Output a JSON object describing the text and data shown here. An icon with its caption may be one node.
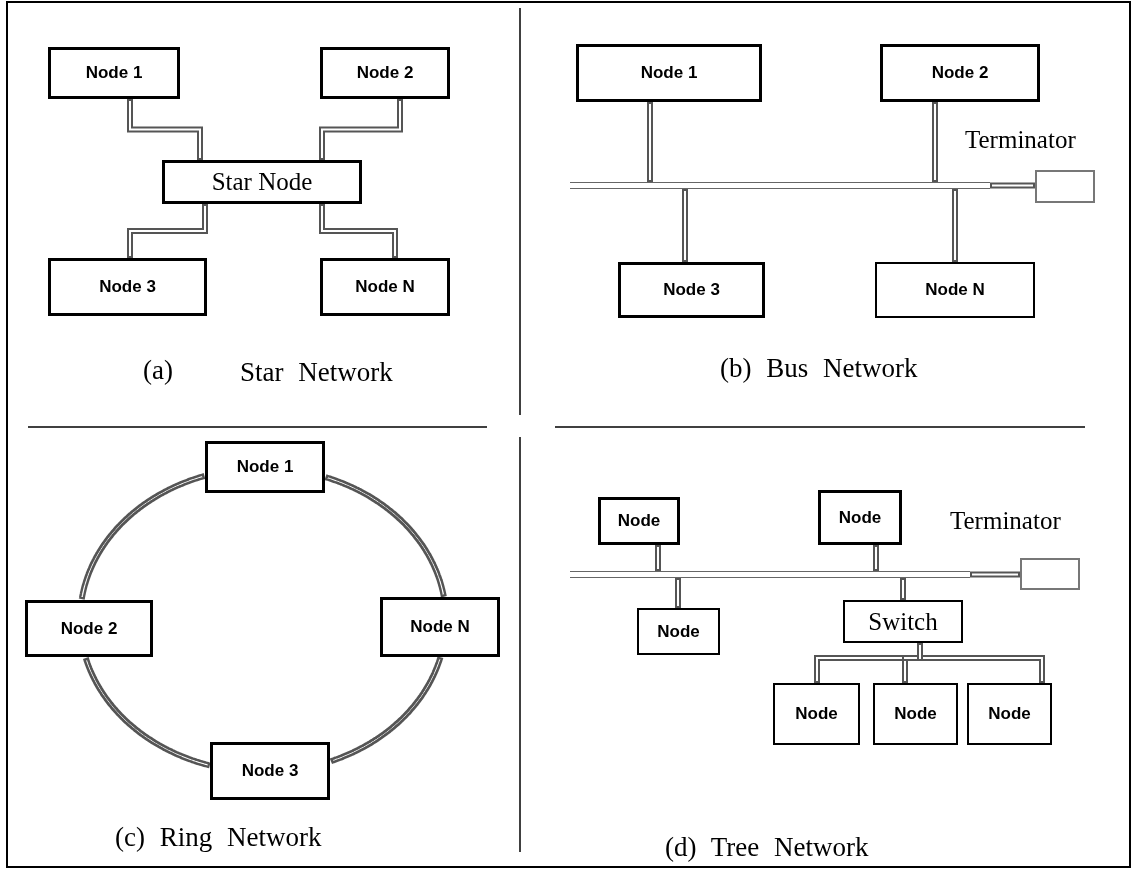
{
  "diagram": {
    "nodes": [
      {
        "text": [
          "Node 1"
        ]
      },
      {
        "text": [
          "Node 2"
        ]
      },
      {
        "text": [
          "Star Node"
        ]
      },
      {
        "text": [
          "Node 3"
        ]
      },
      {
        "text": [
          "Node N"
        ]
      },
      {
        "text": [
          "Node 1"
        ]
      },
      {
        "text": [
          "Node 2"
        ]
      },
      {
        "text": [],
        "shape": "box",
        "beside": [
          "Terminator"
        ]
      },
      {
        "text": [],
        "shape": "bar"
      },
      {
        "text": [
          "Node 3"
        ]
      },
      {
        "text": [
          "Node N"
        ]
      },
      {
        "text": [
          "Node 1"
        ]
      },
      {
        "text": [
          "Node 2"
        ]
      },
      {
        "text": [
          "Node N"
        ]
      },
      {
        "text": [
          "Node 3"
        ]
      },
      {
        "text": [
          "Node"
        ]
      },
      {
        "text": [
          "Node"
        ]
      },
      {
        "text": [],
        "shape": "box",
        "beside": [
          "Terminator"
        ]
      },
      {
        "text": [],
        "shape": "bar"
      },
      {
        "text": [
          "Node"
        ]
      },
      {
        "text": [
          "Switch"
        ]
      },
      {
        "text": [
          "Node"
        ]
      },
      {
        "text": [
          "Node"
        ]
      },
      {
        "text": [
          "Node"
        ]
      }
    ],
    "edges": [
      {
        "from": 0,
        "to": 2,
        "arrow": "none"
      },
      {
        "from": 1,
        "to": 2,
        "arrow": "none"
      },
      {
        "from": 2,
        "to": 3,
        "arrow": "none"
      },
      {
        "from": 2,
        "to": 4,
        "arrow": "none"
      },
      {
        "from": 5,
        "to": 8,
        "arrow": "none"
      },
      {
        "from": 6,
        "to": 8,
        "arrow": "none"
      },
      {
        "from": 8,
        "to": 9,
        "arrow": "none"
      },
      {
        "from": 8,
        "to": 10,
        "arrow": "none"
      },
      {
        "from": 8,
        "to": 7,
        "arrow": "none"
      },
      {
        "from": 11,
        "to": 13,
        "arrow": "none"
      },
      {
        "from": 13,
        "to": 14,
        "arrow": "none"
      },
      {
        "from": 14,
        "to": 12,
        "arrow": "none"
      },
      {
        "from": 12,
        "to": 11,
        "arrow": "none"
      },
      {
        "from": 15,
        "to": 18,
        "arrow": "none"
      },
      {
        "from": 16,
        "to": 18,
        "arrow": "none"
      },
      {
        "from": 18,
        "to": 19,
        "arrow": "none"
      },
      {
        "from": 18,
        "to": 20,
        "arrow": "none"
      },
      {
        "from": 18,
        "to": 17,
        "arrow": "none"
      },
      {
        "from": 20,
        "to": 21,
        "arrow": "none"
      },
      {
        "from": 20,
        "to": 22,
        "arrow": "none"
      },
      {
        "from": 20,
        "to": 23,
        "arrow": "none"
      }
    ],
    "labels": [
      "(a)",
      "Star Network",
      "(b) Bus Network",
      "(c) Ring Network",
      "(d) Tree Network"
    ]
  }
}
